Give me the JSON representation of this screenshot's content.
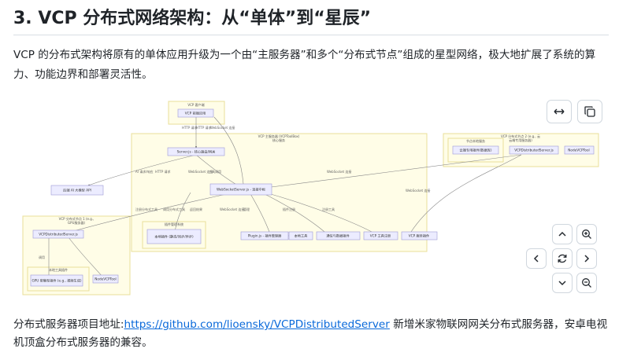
{
  "heading": {
    "prefix": "3. VCP ",
    "title": "分布式网络架构：从“单体”到“星辰”"
  },
  "intro_text": "VCP 的分布式架构将原有的单体应用升级为一个由“主服务器”和多个“分布式节点”组成的星型网络，极大地扩展了系统的算力、功能边界和部署灵活性。",
  "diagram": {
    "groups": {
      "top": "VCP 客户端",
      "main": "VCP 主服务器 (VCPToolBox)",
      "main_sub": "核心服务",
      "right": "VCP 分布式节点 2 (e.g., 云",
      "right_sub": "云端专用服务器)",
      "right_inner": "节点本地服务",
      "left": "VCP 分布式节点 1 (e.g.,",
      "left_sub": "GPU服务器)",
      "left_inner": "本地工具插件",
      "center_inner": "插件管理系统"
    },
    "nodes": {
      "client": "VCP 前端应用",
      "server": "Server.js - 核心路由/网关",
      "ws": "WebSocketServer.js - 连接中枢",
      "api": "后端 AI 大模型 API",
      "plugins": "本地插件 (静态/同步/异步)",
      "pm": "Plugin.js - 插件管理器",
      "t1": "本地工具",
      "t2": "通信与数据插件",
      "t3": "VCP 工具注册",
      "t4": "VCP 服务插件",
      "dist1": "VCPDistributedServer.js",
      "gpu": "GPU 密集型插件 (e.g., 视频生成)",
      "node1_tool": "NodeVCPTool",
      "dist2": "VCPDistributedServer.js",
      "node2_plugin": "云端专用插件(数据库)",
      "node2_tool": "NodeVCPTool"
    },
    "edges": {
      "e1": "HTTP 请求",
      "e2": "HTTP 请求",
      "e3": "WebSocket 连接",
      "e4": "AI 请求/响应",
      "e5": "HTTP 请求",
      "e6": "WebSocket 连接",
      "e7": "工具调用",
      "e8": "WebSocket 连接",
      "e9": "注册分布式工具",
      "e10": "调用分布式工具",
      "e11": "返回结果",
      "e12": "WebSocket 连接",
      "e13": "管理",
      "e14": "插件注册",
      "e15": "注册工具",
      "e16": "调用",
      "e17": "WebSocket 连接"
    }
  },
  "controls": {
    "expand": "expand",
    "copy": "copy",
    "up": "up",
    "zoom_in": "zoom-in",
    "left": "left",
    "reset": "reset",
    "right": "right",
    "down": "down",
    "zoom_out": "zoom-out"
  },
  "footer": {
    "label": "分布式服务器项目地址:",
    "link": "https://github.com/lioensky/VCPDistributedServer",
    "rest": " 新增米家物联网网关分布式服务器，安卓电视机顶盒分布式服务器的兼容。"
  },
  "colors": {
    "group_fill": "#fffde7",
    "group_stroke": "#e8df9a",
    "node_fill": "#ececff",
    "node_stroke": "#9c99d6",
    "link": "#0969da"
  }
}
